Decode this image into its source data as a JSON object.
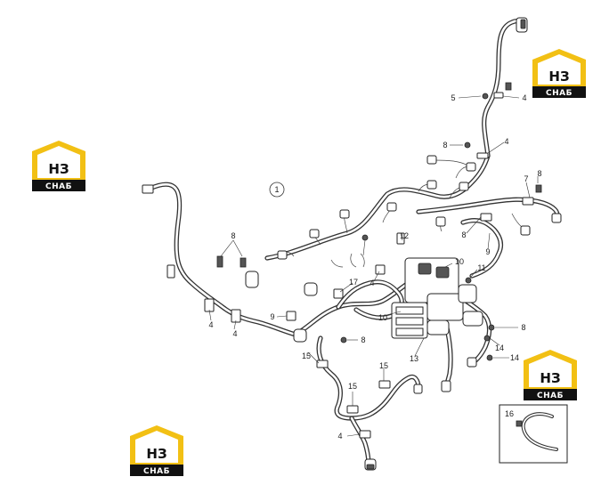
{
  "callouts": [
    {
      "id": "c1",
      "text": "1"
    },
    {
      "id": "c5",
      "text": "5"
    },
    {
      "id": "c4a",
      "text": "4"
    },
    {
      "id": "c8a",
      "text": "8"
    },
    {
      "id": "c4b",
      "text": "4"
    },
    {
      "id": "c7",
      "text": "7"
    },
    {
      "id": "c8b",
      "text": "8"
    },
    {
      "id": "c8c",
      "text": "8"
    },
    {
      "id": "c9a",
      "text": "9"
    },
    {
      "id": "c8d",
      "text": "8"
    },
    {
      "id": "c12",
      "text": "12"
    },
    {
      "id": "c10a",
      "text": "10"
    },
    {
      "id": "c11",
      "text": "11"
    },
    {
      "id": "c17",
      "text": "17"
    },
    {
      "id": "c4c",
      "text": "4"
    },
    {
      "id": "c10b",
      "text": "10"
    },
    {
      "id": "c9b",
      "text": "9"
    },
    {
      "id": "c4d",
      "text": "4"
    },
    {
      "id": "c4e",
      "text": "4"
    },
    {
      "id": "c8e",
      "text": "8"
    },
    {
      "id": "c8f",
      "text": "8"
    },
    {
      "id": "c13",
      "text": "13"
    },
    {
      "id": "c14a",
      "text": "14"
    },
    {
      "id": "c14b",
      "text": "14"
    },
    {
      "id": "c15a",
      "text": "15"
    },
    {
      "id": "c15b",
      "text": "15"
    },
    {
      "id": "c15c",
      "text": "15"
    },
    {
      "id": "c4f",
      "text": "4"
    },
    {
      "id": "c16",
      "text": "16"
    }
  ],
  "watermark": {
    "top_text": "НЗ",
    "bottom_text": "СНАБ",
    "accent_color": "#f2c014",
    "dark_color": "#111111"
  }
}
